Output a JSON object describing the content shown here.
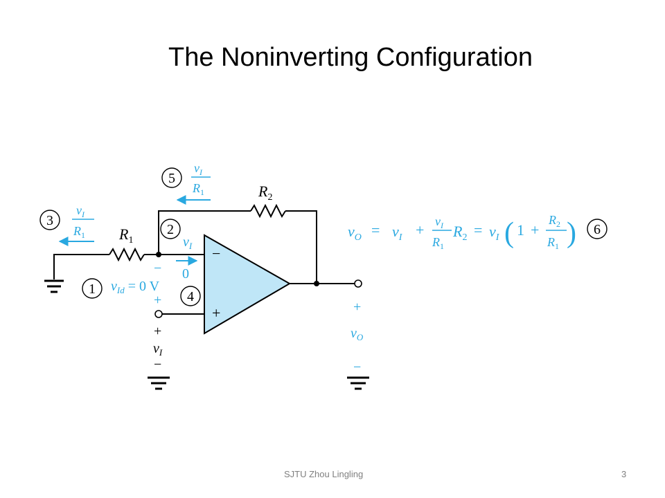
{
  "slide": {
    "title": "The Noninverting Configuration",
    "footer_left": "SJTU   Zhou Lingling",
    "page_number": "3"
  },
  "colors": {
    "accent": "#29a8e0",
    "opamp_fill": "#bfe6f7",
    "line": "#000000"
  },
  "diagram": {
    "r1": {
      "letter": "R",
      "sub": "1"
    },
    "r2": {
      "letter": "R",
      "sub": "2"
    },
    "step_numbers": [
      "1",
      "2",
      "3",
      "4",
      "5",
      "6"
    ],
    "frac_num": {
      "letter": "v",
      "sub": "I"
    },
    "frac_den": {
      "letter": "R",
      "sub": "1"
    },
    "node_vi": {
      "letter": "v",
      "sub": "I"
    },
    "vid": {
      "letter": "v",
      "sub": "Id",
      "rest": " = 0 V"
    },
    "zero_current": "0",
    "minus": "−",
    "plus": "+",
    "input_label": {
      "letter": "v",
      "sub": "I"
    },
    "output_label": {
      "letter": "v",
      "sub": "O"
    },
    "equation": {
      "lhs": {
        "letter": "v",
        "sub": "O"
      },
      "eq": "=",
      "vi": {
        "letter": "v",
        "sub": "I"
      },
      "plus": "+",
      "r2": {
        "letter": "R",
        "sub": "2"
      },
      "one": "1",
      "paren_open": "(",
      "paren_close": ")"
    }
  }
}
